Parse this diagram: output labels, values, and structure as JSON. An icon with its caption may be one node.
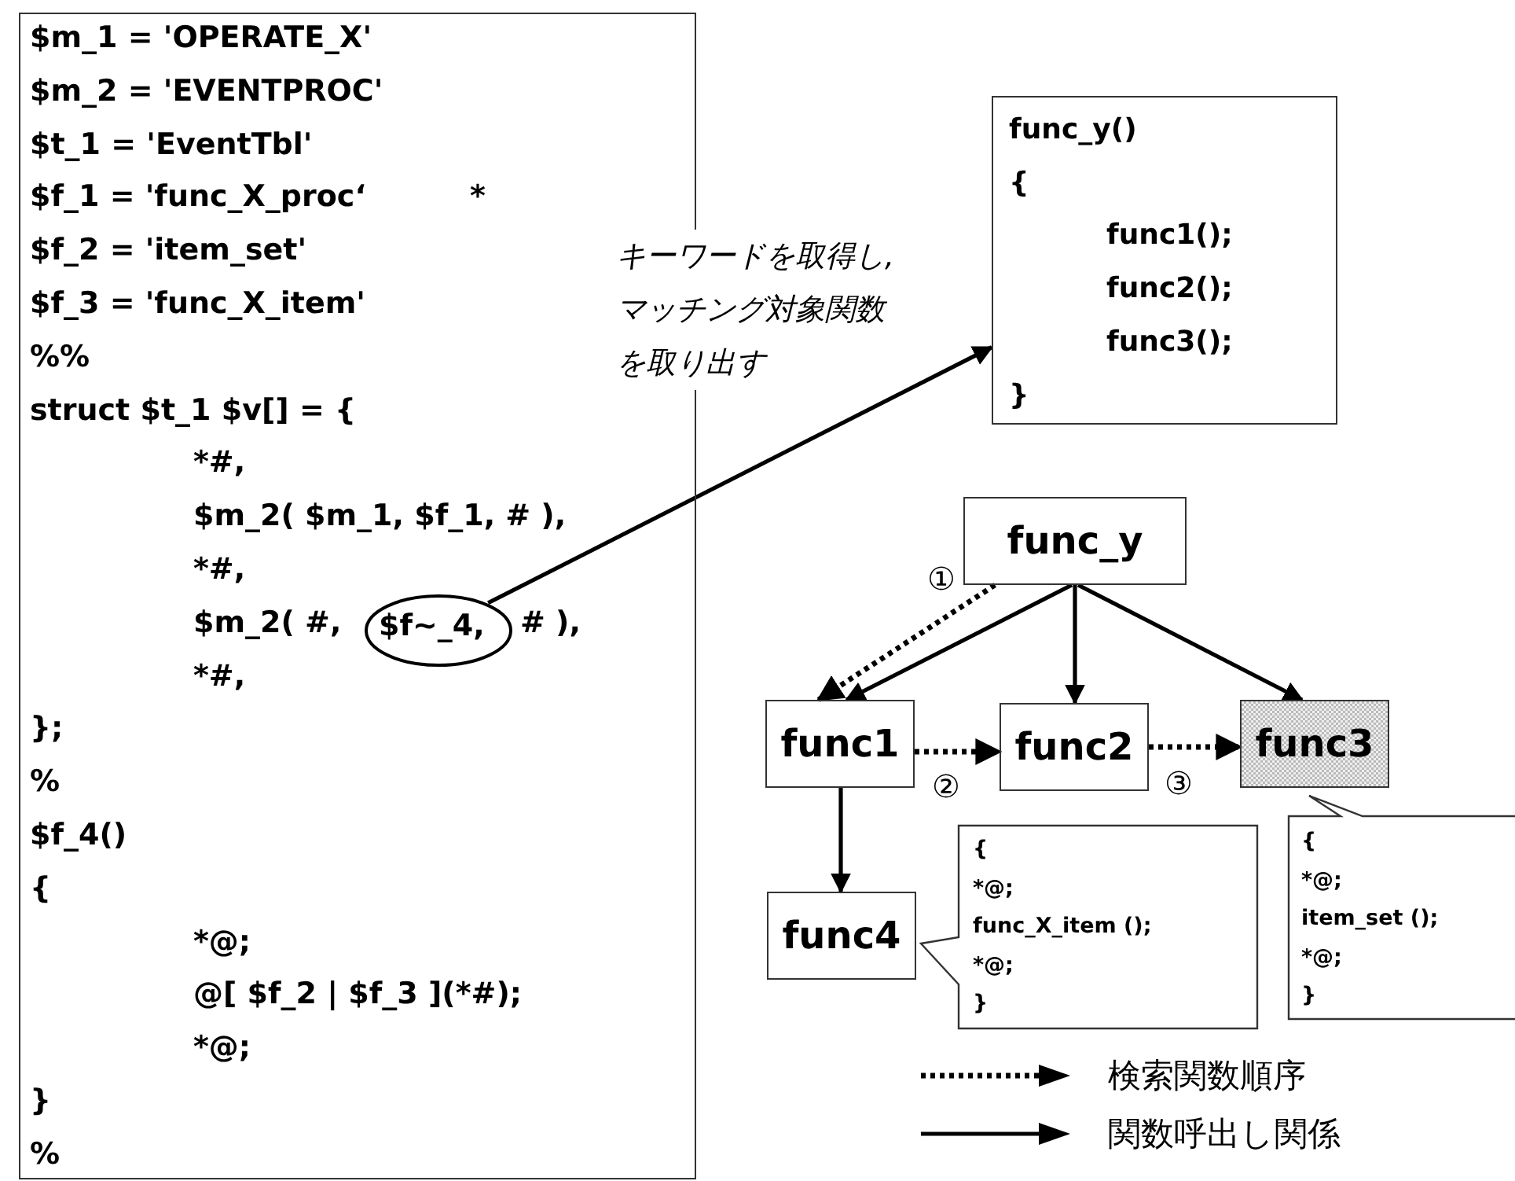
{
  "diagram": {
    "nodes": [
      {
        "text": [
          "$m_1 = 'OPERATE_X'",
          "$m_2 = 'EVENTPROC'",
          "$t_1 = 'EventTbl'",
          "$f_1 = 'func_X_proc‘",
          "*",
          "$f_2 = 'item_set'",
          "$f_3 = 'func_X_item'",
          "%%",
          "struct $t_1 $v[] = {",
          "*#,",
          "$m_2( $m_1, $f_1, # ),",
          "*#,",
          "$m_2( #,",
          "# ),",
          "*#,",
          "};",
          "%",
          "$f_4()",
          "{",
          "*@;",
          "@[ $f_2 | $f_3 ](*#);",
          "*@;",
          "}",
          "%"
        ]
      },
      {
        "text": [
          "$f~_4,"
        ],
        "in": 0
      },
      {
        "text": [
          "func_y()",
          "{",
          "func1();",
          "func2();",
          "func3();",
          "}"
        ]
      },
      {
        "text": [
          "func_y"
        ]
      },
      {
        "text": [
          "func1"
        ]
      },
      {
        "text": [
          "func2"
        ]
      },
      {
        "text": [
          "func3"
        ]
      },
      {
        "text": [
          "func4"
        ]
      },
      {
        "text": [
          "{",
          "*@;",
          "func_X_item ();",
          "*@;",
          "}"
        ]
      },
      {
        "text": [
          "{",
          "*@;",
          "item_set ();",
          "*@;",
          "}"
        ]
      }
    ],
    "edges": [
      {
        "from": 1,
        "to": 2,
        "arrow": "to",
        "label": "キーワードを取得し,マッチング対象関数を取り出す"
      },
      {
        "from": 3,
        "to": 4,
        "arrow": "to"
      },
      {
        "from": 3,
        "to": 5,
        "arrow": "to"
      },
      {
        "from": 3,
        "to": 6,
        "arrow": "to"
      },
      {
        "from": 4,
        "to": 7,
        "arrow": "to"
      },
      {
        "from": 3,
        "to": 4,
        "arrow": "to",
        "style": "dashed",
        "label": "①"
      },
      {
        "from": 4,
        "to": 5,
        "arrow": "to",
        "style": "dashed",
        "label": "②"
      },
      {
        "from": 5,
        "to": 6,
        "arrow": "to",
        "style": "dashed",
        "label": "③"
      }
    ],
    "legend": [
      {
        "text": "検索関数順序"
      },
      {
        "text": "関数呼出し関係"
      }
    ]
  }
}
